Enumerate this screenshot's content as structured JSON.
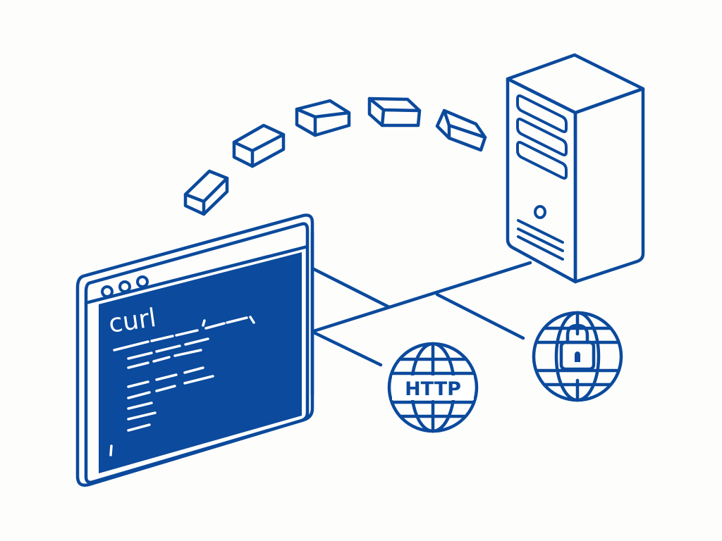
{
  "illustration": {
    "style": "isometric line art",
    "colors": {
      "primary": "#0b4a9c",
      "background": "#fdfdfc",
      "screen_text": "#ffffff"
    }
  },
  "terminal": {
    "command": "curl",
    "window_buttons": 3,
    "cursor": "|"
  },
  "packets": {
    "count": 5
  },
  "server": {
    "drive_bays": 3,
    "vent_lines": 3
  },
  "globes": [
    {
      "label": "HTTP",
      "icon": "globe-http-icon"
    },
    {
      "label": "",
      "icon": "globe-lock-icon"
    }
  ]
}
